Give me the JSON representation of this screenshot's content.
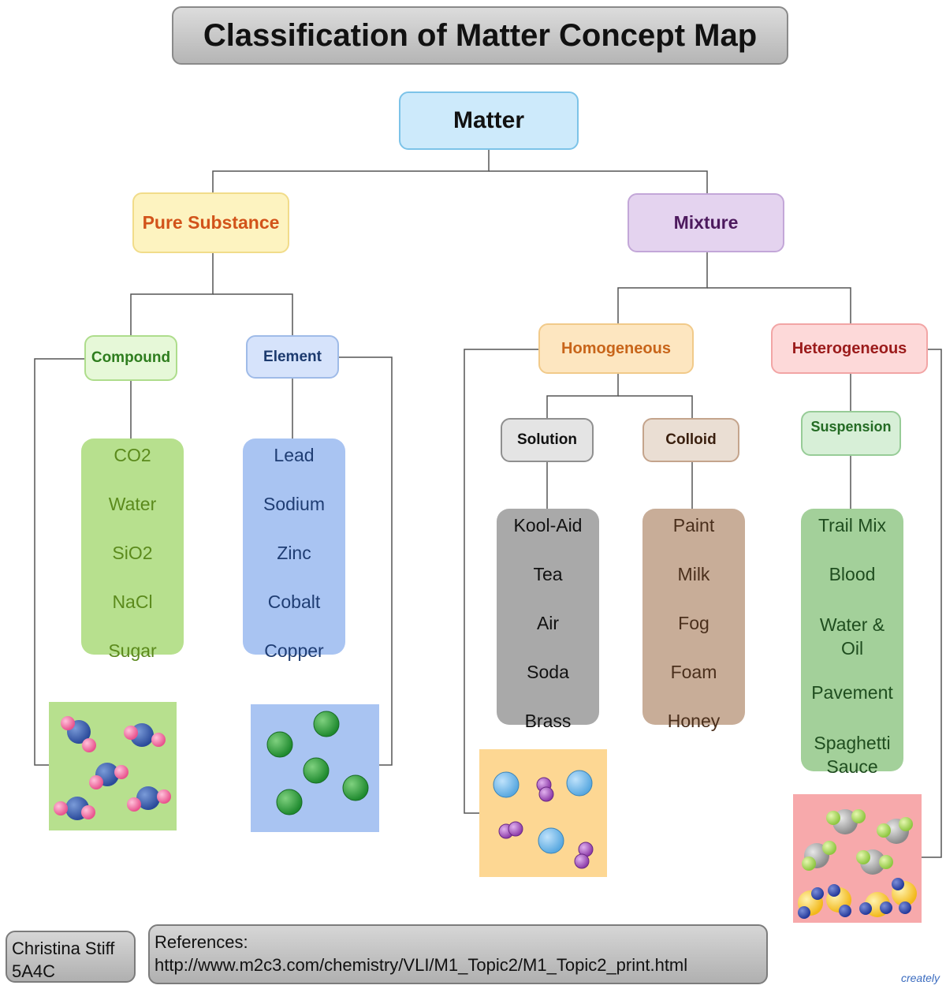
{
  "title": "Classification of Matter Concept Map",
  "nodes": {
    "matter": "Matter",
    "pure_substance": "Pure Substance",
    "mixture": "Mixture",
    "compound": "Compound",
    "element": "Element",
    "homogeneous": "Homogeneous",
    "heterogeneous": "Heterogeneous",
    "solution": "Solution",
    "colloid": "Colloid",
    "suspension": "Suspension"
  },
  "lists": {
    "compound": [
      "CO2",
      "Water",
      "SiO2",
      "NaCl",
      "Sugar"
    ],
    "element": [
      "Lead",
      "Sodium",
      "Zinc",
      "Cobalt",
      "Copper"
    ],
    "solution": [
      "Kool-Aid",
      "Tea",
      "Air",
      "Soda",
      "Brass"
    ],
    "colloid": [
      "Paint",
      "Milk",
      "Fog",
      "Foam",
      "Honey"
    ],
    "suspension": [
      "Trail Mix",
      "Blood",
      "Water & Oil",
      "Pavement",
      "Spaghetti Sauce"
    ]
  },
  "footer": {
    "author": "Christina Stiff",
    "class": "5A4C",
    "references_label": "References:",
    "references_url": "http://www.m2c3.com/chemistry/VLI/M1_Topic2/M1_Topic2_print.html"
  },
  "logo": "creately",
  "colors": {
    "matter": "#cdeafb",
    "pure_substance": "#fdf3c0",
    "pure_substance_text": "#d2531a",
    "mixture": "#e4d3ef",
    "mixture_text": "#4d1a5e",
    "compound": "#e6f8d8",
    "compound_text": "#2e7d1e",
    "element": "#d6e3fb",
    "element_text": "#1c3a6e",
    "homogeneous": "#fde6c0",
    "homogeneous_text": "#c8651a",
    "heterogeneous": "#fdd9d9",
    "heterogeneous_text": "#9b1b1b",
    "solution": "#e4e4e4",
    "colloid": "#eaded3",
    "suspension": "#d7efd7",
    "suspension_text": "#246b24",
    "compound_list": "#b7e08e",
    "element_list": "#a9c4f2",
    "solution_list": "#a9a9a9",
    "colloid_list": "#c8ad98",
    "suspension_list": "#a3d09a"
  }
}
